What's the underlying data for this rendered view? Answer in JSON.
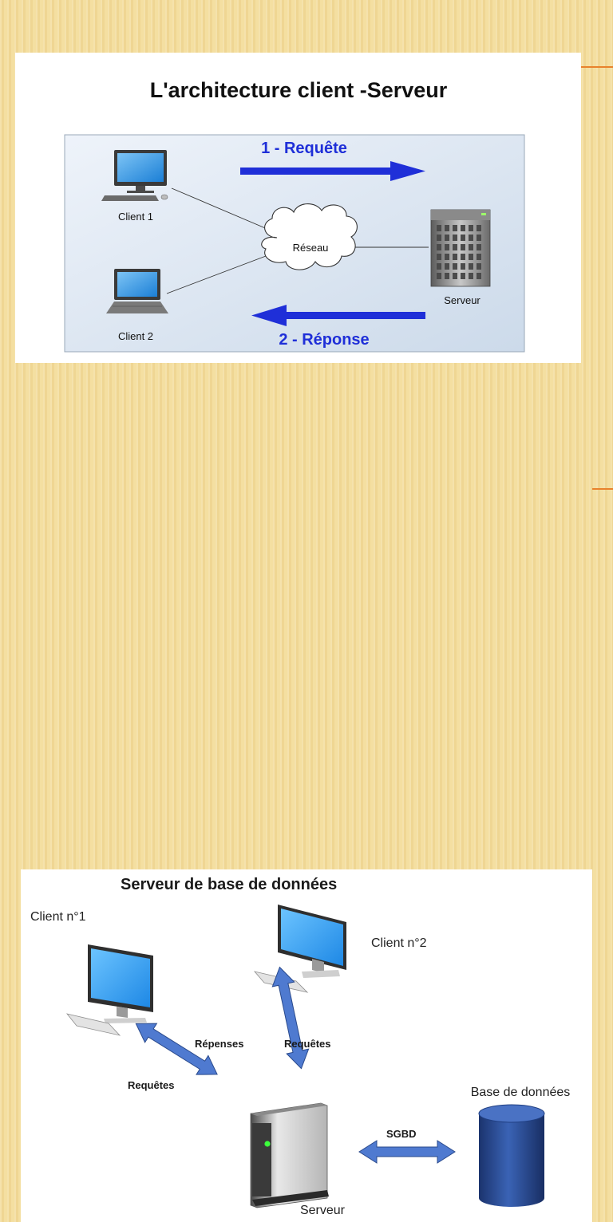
{
  "slide_top": {
    "title": "L'architecture client -Serveur",
    "request_label": "1 - Requête",
    "response_label": "2 - Réponse",
    "client1_label": "Client 1",
    "client2_label": "Client 2",
    "network_label": "Réseau",
    "server_label": "Serveur"
  },
  "slide_bottom": {
    "title": "Serveur de base de données",
    "client1_label": "Client n°1",
    "client2_label": "Client n°2",
    "responses_label": "Répenses",
    "requests_label_left": "Requêtes",
    "requests_label_right": "Requêtes",
    "sgbd_label": "SGBD",
    "database_label": "Base de données",
    "server_label": "Serveur"
  },
  "colors": {
    "slide_background": "#f3dd9c",
    "accent_line": "#e8822c",
    "arrow_blue": "#1f2fd8",
    "double_arrow_blue": "#4f7ad0",
    "screen_blue": "#3fa9f5",
    "database_blue": "#26458a",
    "diagram_panel_background": "#dde7f3",
    "server_led": "#3cff3c"
  }
}
